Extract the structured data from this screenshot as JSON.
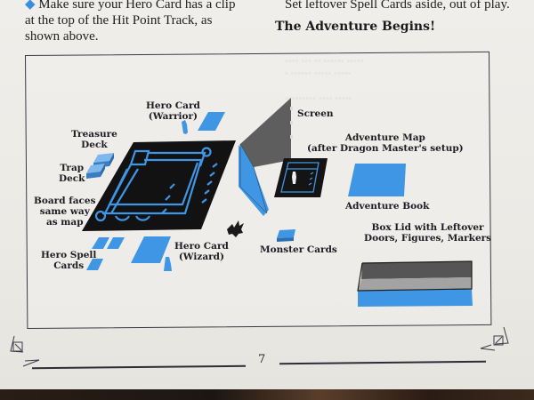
{
  "page": {
    "left_column_text": [
      "Make sure your Hero Card has a clip",
      "at the top of the Hit Point Track, as",
      "shown above."
    ],
    "right_column_text": "Set leftover Spell Cards aside, out of play.",
    "section_heading": "The Adventure Begins!",
    "page_number": "7"
  },
  "diagram": {
    "labels": {
      "hero_card_warrior": [
        "Hero Card",
        "(Warrior)"
      ],
      "treasure_deck": [
        "Treasure",
        "Deck"
      ],
      "trap_deck": [
        "Trap",
        "Deck"
      ],
      "board_faces": [
        "Board faces",
        "same way",
        "as map"
      ],
      "hero_spell_cards": [
        "Hero Spell",
        "Cards"
      ],
      "hero_card_wizard": [
        "Hero Card",
        "(Wizard)"
      ],
      "screen": "Screen",
      "adventure_map": [
        "Adventure Map",
        "(after Dragon Master's setup)"
      ],
      "adventure_book": "Adventure Book",
      "monster_cards": "Monster Cards",
      "box_lid": [
        "Box Lid with Leftover",
        "Doors, Figures, Markers"
      ]
    },
    "colors": {
      "component_blue": "#3f96e4",
      "board_black": "#121212",
      "screen_gray": "#6d6d6d",
      "lid_dark": "#5a5a5a",
      "lid_light": "#9c9c9c"
    }
  }
}
